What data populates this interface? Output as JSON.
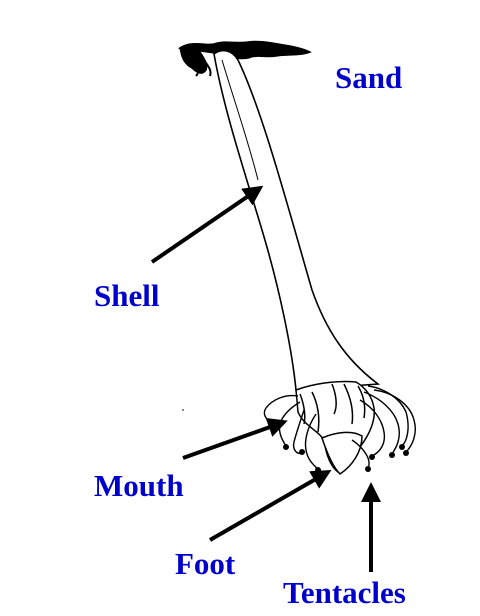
{
  "colors": {
    "label": "#0000cc",
    "ink": "#000000",
    "background": "#ffffff"
  },
  "labels": {
    "sand": "Sand",
    "shell": "Shell",
    "mouth": "Mouth",
    "foot": "Foot",
    "tentacles": "Tentacles"
  }
}
